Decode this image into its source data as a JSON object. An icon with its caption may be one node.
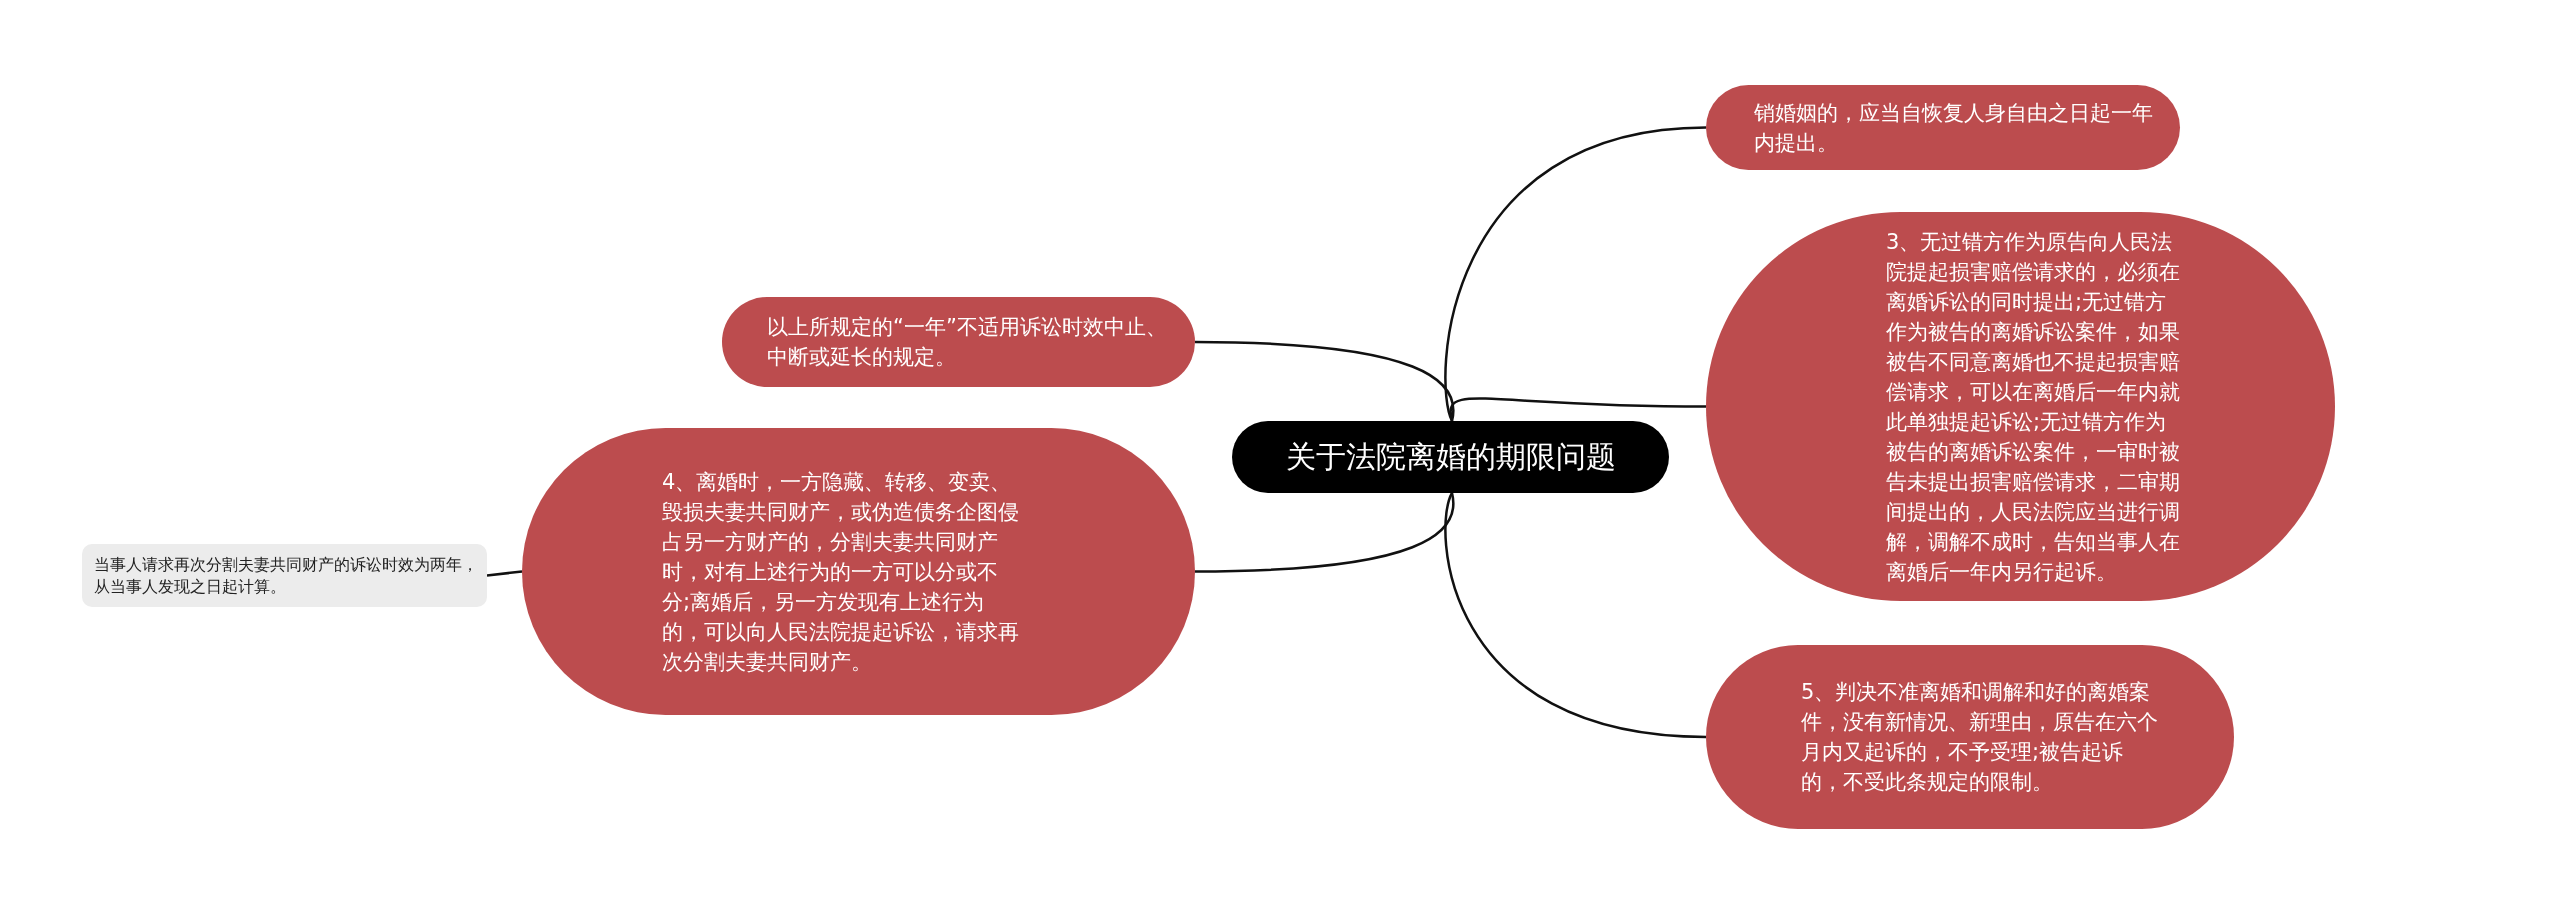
{
  "diagram": {
    "nodes": [
      {
        "text": [
          "关于法院离婚的期限问题"
        ]
      },
      {
        "text": [
          "销婚姻的，应当自恢复人身自由之日起一年内提出。"
        ]
      },
      {
        "text": [
          "3、无过错方作为原告向人民法院提起损害赔偿请求的，必须在离婚诉讼的同时提出;无过错方作为被告的离婚诉讼案件，如果被告不同意离婚也不提起损害赔偿请求，可以在离婚后一年内就此单独提起诉讼;无过错方作为被告的离婚诉讼案件，一审时被告未提出损害赔偿请求，二审期间提出的，人民法院应当进行调解，调解不成时，告知当事人在离婚后一年内另行起诉。"
        ]
      },
      {
        "text": [
          "5、判决不准离婚和调解和好的离婚案件，没有新情况、新理由，原告在六个月内又起诉的，不予受理;被告起诉的，不受此条规定的限制。"
        ]
      },
      {
        "text": [
          "以上所规定的“一年”不适用诉讼时效中止、中断或延长的规定。"
        ]
      },
      {
        "text": [
          "4、离婚时，一方隐藏、转移、变卖、毁损夫妻共同财产，或伪造债务企图侵占另一方财产的，分割夫妻共同财产时，对有上述行为的一方可以分或不分;离婚后，另一方发现有上述行为的，可以向人民法院提起诉讼，请求再次分割夫妻共同财产。"
        ]
      },
      {
        "text": [
          "当事人请求再次分割夫妻共同财产的诉讼时效为两年，从当事人发现之日起计算。"
        ]
      }
    ],
    "edges": [
      {
        "from": 0,
        "to": 1,
        "arrow": "none"
      },
      {
        "from": 0,
        "to": 2,
        "arrow": "none"
      },
      {
        "from": 0,
        "to": 3,
        "arrow": "none"
      },
      {
        "from": 0,
        "to": 4,
        "arrow": "none"
      },
      {
        "from": 0,
        "to": 5,
        "arrow": "none"
      },
      {
        "from": 5,
        "to": 6,
        "arrow": "none"
      }
    ]
  }
}
